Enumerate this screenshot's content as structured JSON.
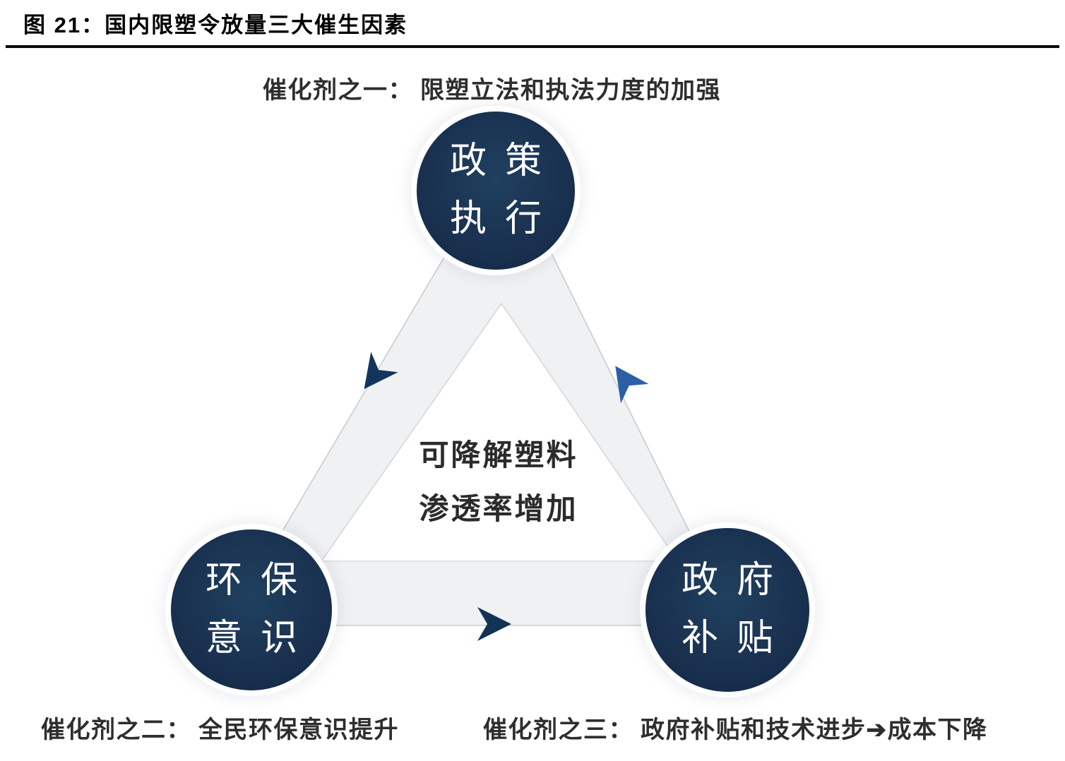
{
  "title": "图 21：国内限塑令放量三大催生因素",
  "catalysts": {
    "one": "催化剂之一： 限塑立法和执法力度的加强",
    "two": "催化剂之二： 全民环保意识提升",
    "three": "催化剂之三： 政府补贴和技术进步➔成本下降"
  },
  "nodes": {
    "top": {
      "line1": "政策",
      "line2": "执行"
    },
    "left": {
      "line1": "环保",
      "line2": "意识"
    },
    "right": {
      "line1": "政府",
      "line2": "补贴"
    }
  },
  "center": {
    "line1": "可降解塑料",
    "line2": "渗透率增加"
  },
  "icons": {
    "arrow_top_to_left": "chevron pointing down-left",
    "arrow_right_to_top": "chevron pointing up-right edge",
    "arrow_left_to_right": "chevron pointing right"
  },
  "colors": {
    "node_fill": "#1a3150",
    "node_text": "#ffffff",
    "band_fill": "#f0f1f3",
    "band_edge": "#c9ccce",
    "band_edge_inner": "#dcdfe2",
    "arrow_left": "#12355e",
    "arrow_right": "#2d5fa6",
    "arrow_bottom": "#123355",
    "title_color": "#000000",
    "label_color": "#2e2e2e",
    "center_text_color": "#2b2b2b",
    "rule_color": "#0a0a0a"
  }
}
